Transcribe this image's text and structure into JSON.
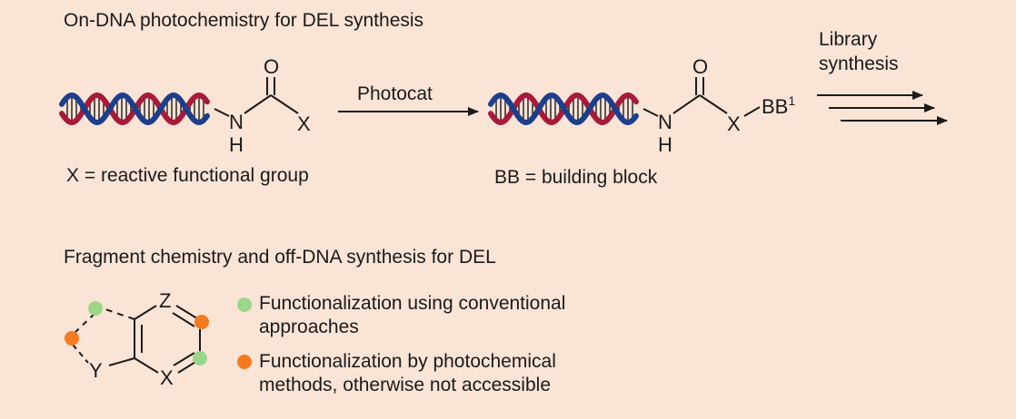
{
  "colors": {
    "background": "#f9e4d6",
    "dna_red": "#a8193a",
    "dna_blue": "#1c3f8c",
    "green_dot": "#9bd68a",
    "orange_dot": "#f47b20",
    "ink": "#1a1a1a"
  },
  "section1": {
    "title": "On-DNA photochemistry for DEL synthesis",
    "reactant": {
      "carbonyl_o": "O",
      "amide_n": "N",
      "amide_h": "H",
      "x_group": "X",
      "caption": "X = reactive functional group"
    },
    "reaction_arrow": {
      "label": "Photocat"
    },
    "product": {
      "carbonyl_o": "O",
      "amide_n": "N",
      "amide_h": "H",
      "x_group": "X",
      "bb_label": "BB",
      "bb_superscript": "1",
      "caption": "BB = building block"
    },
    "library": {
      "line1": "Library",
      "line2": "synthesis"
    }
  },
  "section2": {
    "title": "Fragment chemistry and off-DNA synthesis for DEL",
    "scaffold": {
      "z_atom": "Z",
      "x_atom": "X",
      "y_atom": "Y"
    },
    "legend": [
      {
        "color": "green",
        "text": "Functionalization using conventional approaches"
      },
      {
        "color": "orange",
        "text": "Functionalization by photochemical methods, otherwise not accessible"
      }
    ]
  }
}
